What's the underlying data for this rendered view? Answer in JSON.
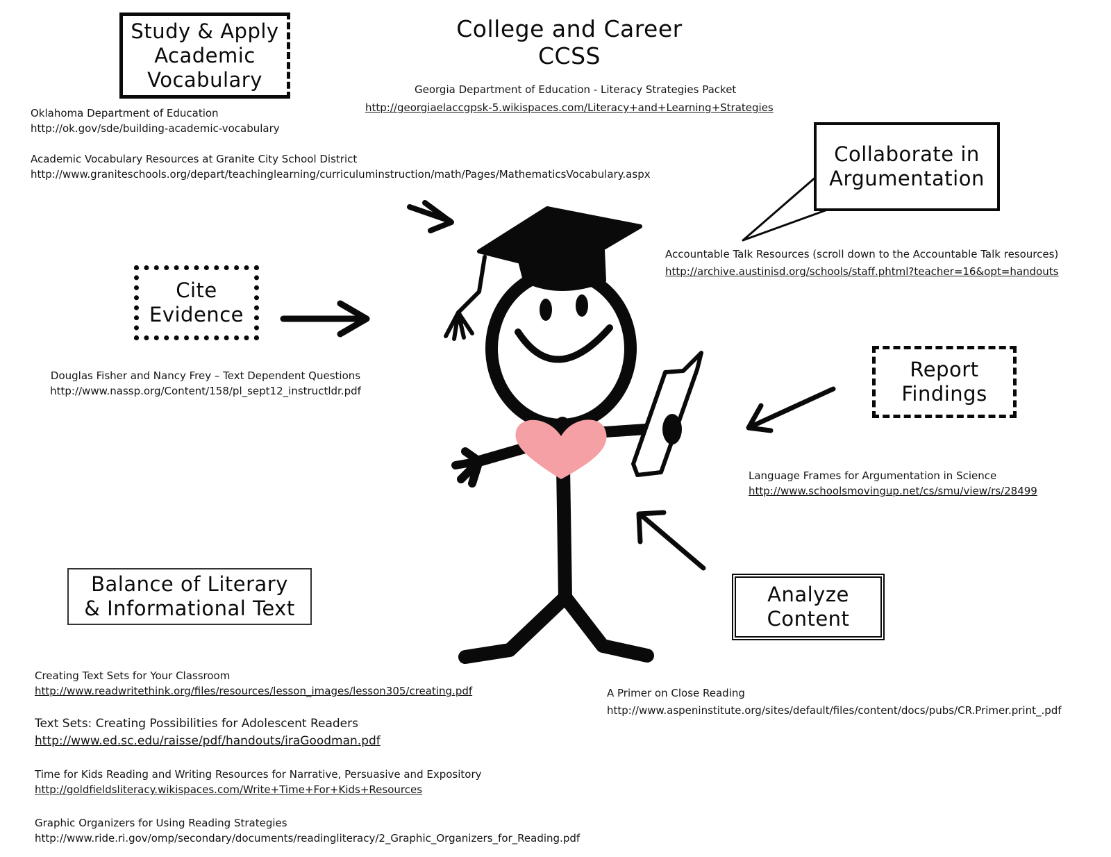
{
  "title": {
    "line1": "College and Career",
    "line2": "CCSS"
  },
  "georgia": {
    "name": "Georgia Department of Education - Literacy Strategies Packet",
    "url": "http://georgiaelaccgpsk-5.wikispaces.com/Literacy+and+Learning+Strategies"
  },
  "vocab": {
    "label_lines": [
      "Study & Apply",
      "Academic",
      "Vocabulary"
    ],
    "refs": [
      {
        "name": "Oklahoma Department of Education",
        "url": "http://ok.gov/sde/building-academic-vocabulary"
      },
      {
        "name": "Academic Vocabulary Resources at Granite City School District",
        "url": "http://www.graniteschools.org/depart/teachinglearning/curriculuminstruction/math/Pages/MathematicsVocabulary.aspx"
      }
    ]
  },
  "collaborate": {
    "label_lines": [
      "Collaborate in",
      "Argumentation"
    ],
    "ref": {
      "name": "Accountable Talk Resources (scroll down to the Accountable Talk resources)",
      "url": "http://archive.austinisd.org/schools/staff.phtml?teacher=16&opt=handouts"
    }
  },
  "cite": {
    "label_lines": [
      "Cite",
      "Evidence"
    ],
    "ref": {
      "name": "Douglas Fisher and Nancy Frey – Text Dependent Questions",
      "url": "http://www.nassp.org/Content/158/pl_sept12_instructldr.pdf"
    }
  },
  "report": {
    "label_lines": [
      "Report",
      "Findings"
    ],
    "ref": {
      "name": "Language Frames for Argumentation in Science",
      "url": "http://www.schoolsmovingup.net/cs/smu/view/rs/28499"
    }
  },
  "balance": {
    "label_lines": [
      "Balance of Literary",
      "& Informational Text"
    ],
    "refs": [
      {
        "name": "Creating Text Sets for Your Classroom",
        "url": "http://www.readwritethink.org/files/resources/lesson_images/lesson305/creating.pdf"
      },
      {
        "name": "Text Sets: Creating Possibilities for Adolescent Readers",
        "url": "http://www.ed.sc.edu/raisse/pdf/handouts/iraGoodman.pdf"
      },
      {
        "name": "Time for Kids Reading and Writing Resources for Narrative, Persuasive and Expository",
        "url": "http://goldfieldsliteracy.wikispaces.com/Write+Time+For+Kids+Resources"
      },
      {
        "name": "Graphic Organizers for Using Reading Strategies",
        "url": "http://www.ride.ri.gov/omp/secondary/documents/readingliteracy/2_Graphic_Organizers_for_Reading.pdf"
      }
    ]
  },
  "analyze": {
    "label_lines": [
      "Analyze",
      "Content"
    ],
    "ref": {
      "name": "A Primer on Close Reading",
      "url": "http://www.aspeninstitute.org/sites/default/files/content/docs/pubs/CR.Primer.print_.pdf"
    }
  },
  "colors": {
    "ink": "#0a0a0a",
    "heart": "#f4a0a4",
    "paper": "#ffffff"
  },
  "icons": [
    "graduation-cap-icon",
    "smiley-face-icon",
    "heart-icon",
    "diploma-scroll-icon",
    "arrow-icon"
  ]
}
